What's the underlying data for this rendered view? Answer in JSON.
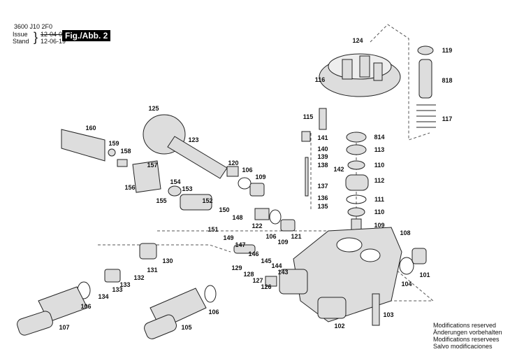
{
  "header": {
    "doc_code": "3600 J10 2F0",
    "issue_label": "Issue",
    "issue_value": "12-04-05",
    "stand_label": "Stand",
    "stand_value": "12-06-19",
    "figure_label": "Fig./Abb. 2"
  },
  "notes": [
    "Modifications reserved",
    "Änderungen vorbehalten",
    "Modifications reservees",
    "Salvo modificaciones"
  ],
  "part_labels": [
    "124",
    "119",
    "818",
    "116",
    "117",
    "125",
    "115",
    "141",
    "814",
    "160",
    "159",
    "123",
    "140",
    "113",
    "139",
    "158",
    "142",
    "138",
    "110",
    "157",
    "120",
    "106",
    "109",
    "112",
    "137",
    "156",
    "154",
    "153",
    "152",
    "155",
    "136",
    "111",
    "135",
    "150",
    "148",
    "110",
    "109",
    "108",
    "151",
    "122",
    "149",
    "147",
    "106",
    "121",
    "130",
    "146",
    "109",
    "145",
    "131",
    "129",
    "144",
    "143",
    "128",
    "132",
    "133",
    "127",
    "126",
    "104",
    "101",
    "133",
    "134",
    "106",
    "106",
    "103",
    "107",
    "105",
    "102"
  ]
}
